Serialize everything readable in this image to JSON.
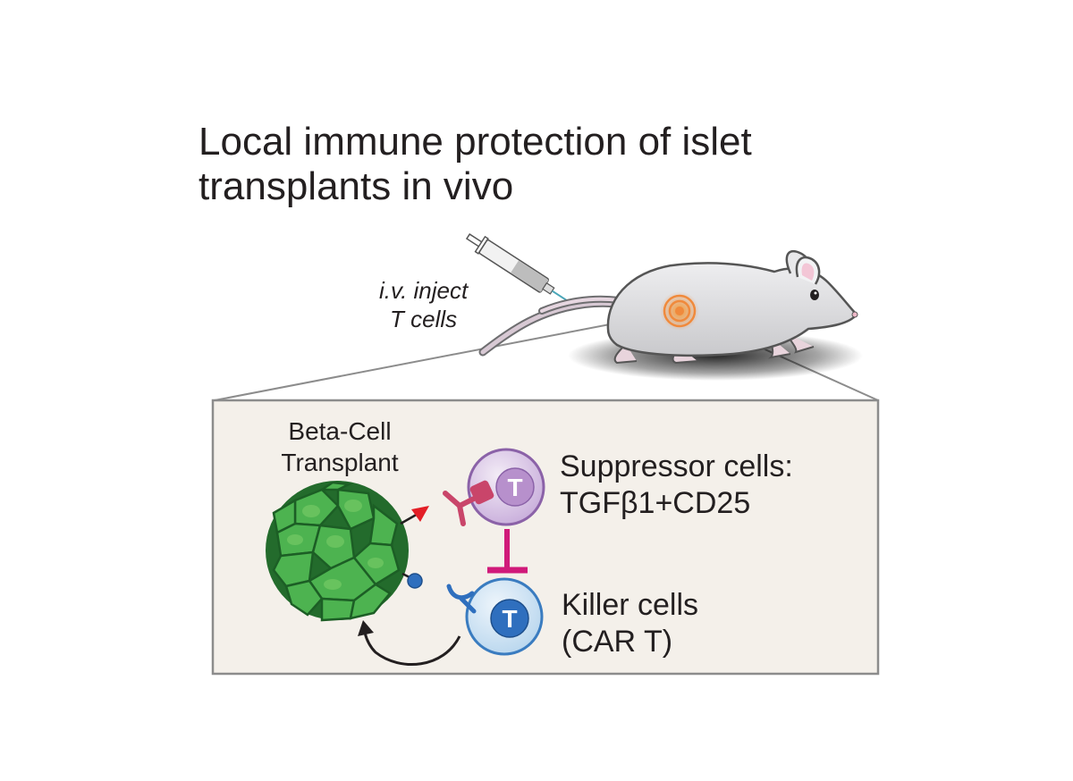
{
  "title": {
    "line1": "Local immune protection of islet",
    "line2": "transplants in vivo"
  },
  "injection": {
    "line1": "i.v. inject",
    "line2": "T cells"
  },
  "transplant": {
    "line1": "Beta-Cell",
    "line2": "Transplant"
  },
  "suppressor": {
    "cell_letter": "T",
    "line1": "Suppressor cells:",
    "line2": "TGFβ1+CD25"
  },
  "killer": {
    "cell_letter": "T",
    "line1": "Killer cells",
    "line2": "(CAR T)"
  },
  "colors": {
    "panel_fill": "#f4f0ea",
    "panel_stroke": "#8c8c8c",
    "mouse_body": "#e2e2e4",
    "tail": "#d8c9d4",
    "transplant_green": "#3aa046",
    "suppressor_purple": "#b08cc0",
    "killer_blue": "#3a7cc0",
    "inhibition_magenta": "#d01a7a",
    "arrow_red": "#e31e26",
    "target_orange": "#f08a3c"
  },
  "icons": [
    "syringe-icon",
    "mouse-icon",
    "islet-cluster-icon",
    "t-cell-icon",
    "receptor-icon",
    "inhibition-icon",
    "cycle-arrow-icon"
  ]
}
